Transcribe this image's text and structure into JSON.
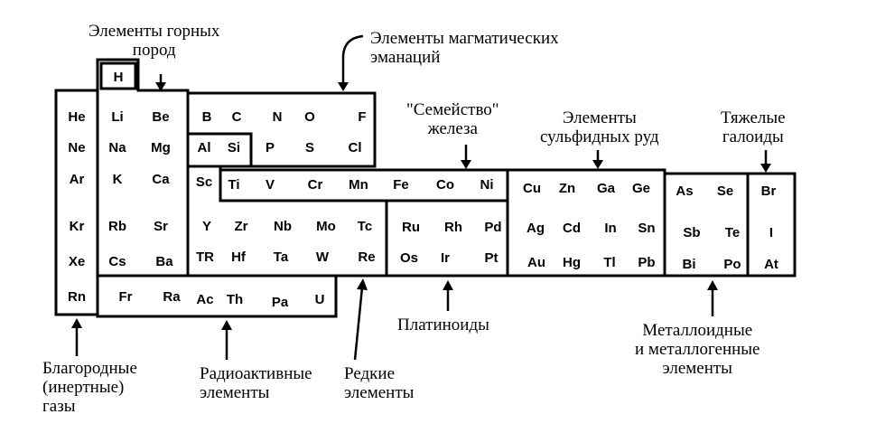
{
  "labels": {
    "rock": [
      "Элементы горных",
      "пород"
    ],
    "magmatic": [
      "Элементы магматических",
      "эманаций"
    ],
    "iron_family": [
      "\"Семейство\"",
      "железа"
    ],
    "sulfide": [
      "Элементы",
      "сульфидных руд"
    ],
    "heavy_halo": [
      "Тяжелые",
      "галоиды"
    ],
    "noble": [
      "Благородные",
      "(инертные)",
      "газы"
    ],
    "radioactive": [
      "Радиоактивные",
      "элементы"
    ],
    "rare": [
      "Редкие",
      "элементы"
    ],
    "platinoids": [
      "Платиноиды"
    ],
    "metalloid": [
      "Металлоидные",
      "и металлогенные",
      "элементы"
    ]
  },
  "elements": [
    "H",
    "He",
    "Li",
    "Be",
    "B",
    "C",
    "N",
    "O",
    "F",
    "Ne",
    "Na",
    "Mg",
    "Al",
    "Si",
    "P",
    "S",
    "Cl",
    "Ar",
    "K",
    "Ca",
    "Sc",
    "Ti",
    "V",
    "Cr",
    "Mn",
    "Fe",
    "Co",
    "Ni",
    "Cu",
    "Zn",
    "Ga",
    "Ge",
    "As",
    "Se",
    "Br",
    "Kr",
    "Rb",
    "Sr",
    "Y",
    "Zr",
    "Nb",
    "Mo",
    "Tc",
    "Ru",
    "Rh",
    "Pd",
    "Ag",
    "Cd",
    "In",
    "Sn",
    "Sb",
    "Te",
    "I",
    "Xe",
    "Cs",
    "Ba",
    "TR",
    "Hf",
    "Ta",
    "W",
    "Re",
    "Os",
    "Ir",
    "Pt",
    "Au",
    "Hg",
    "Tl",
    "Pb",
    "Bi",
    "Po",
    "At",
    "Rn",
    "Fr",
    "Ra",
    "Ac",
    "Th",
    "Pa",
    "U"
  ]
}
